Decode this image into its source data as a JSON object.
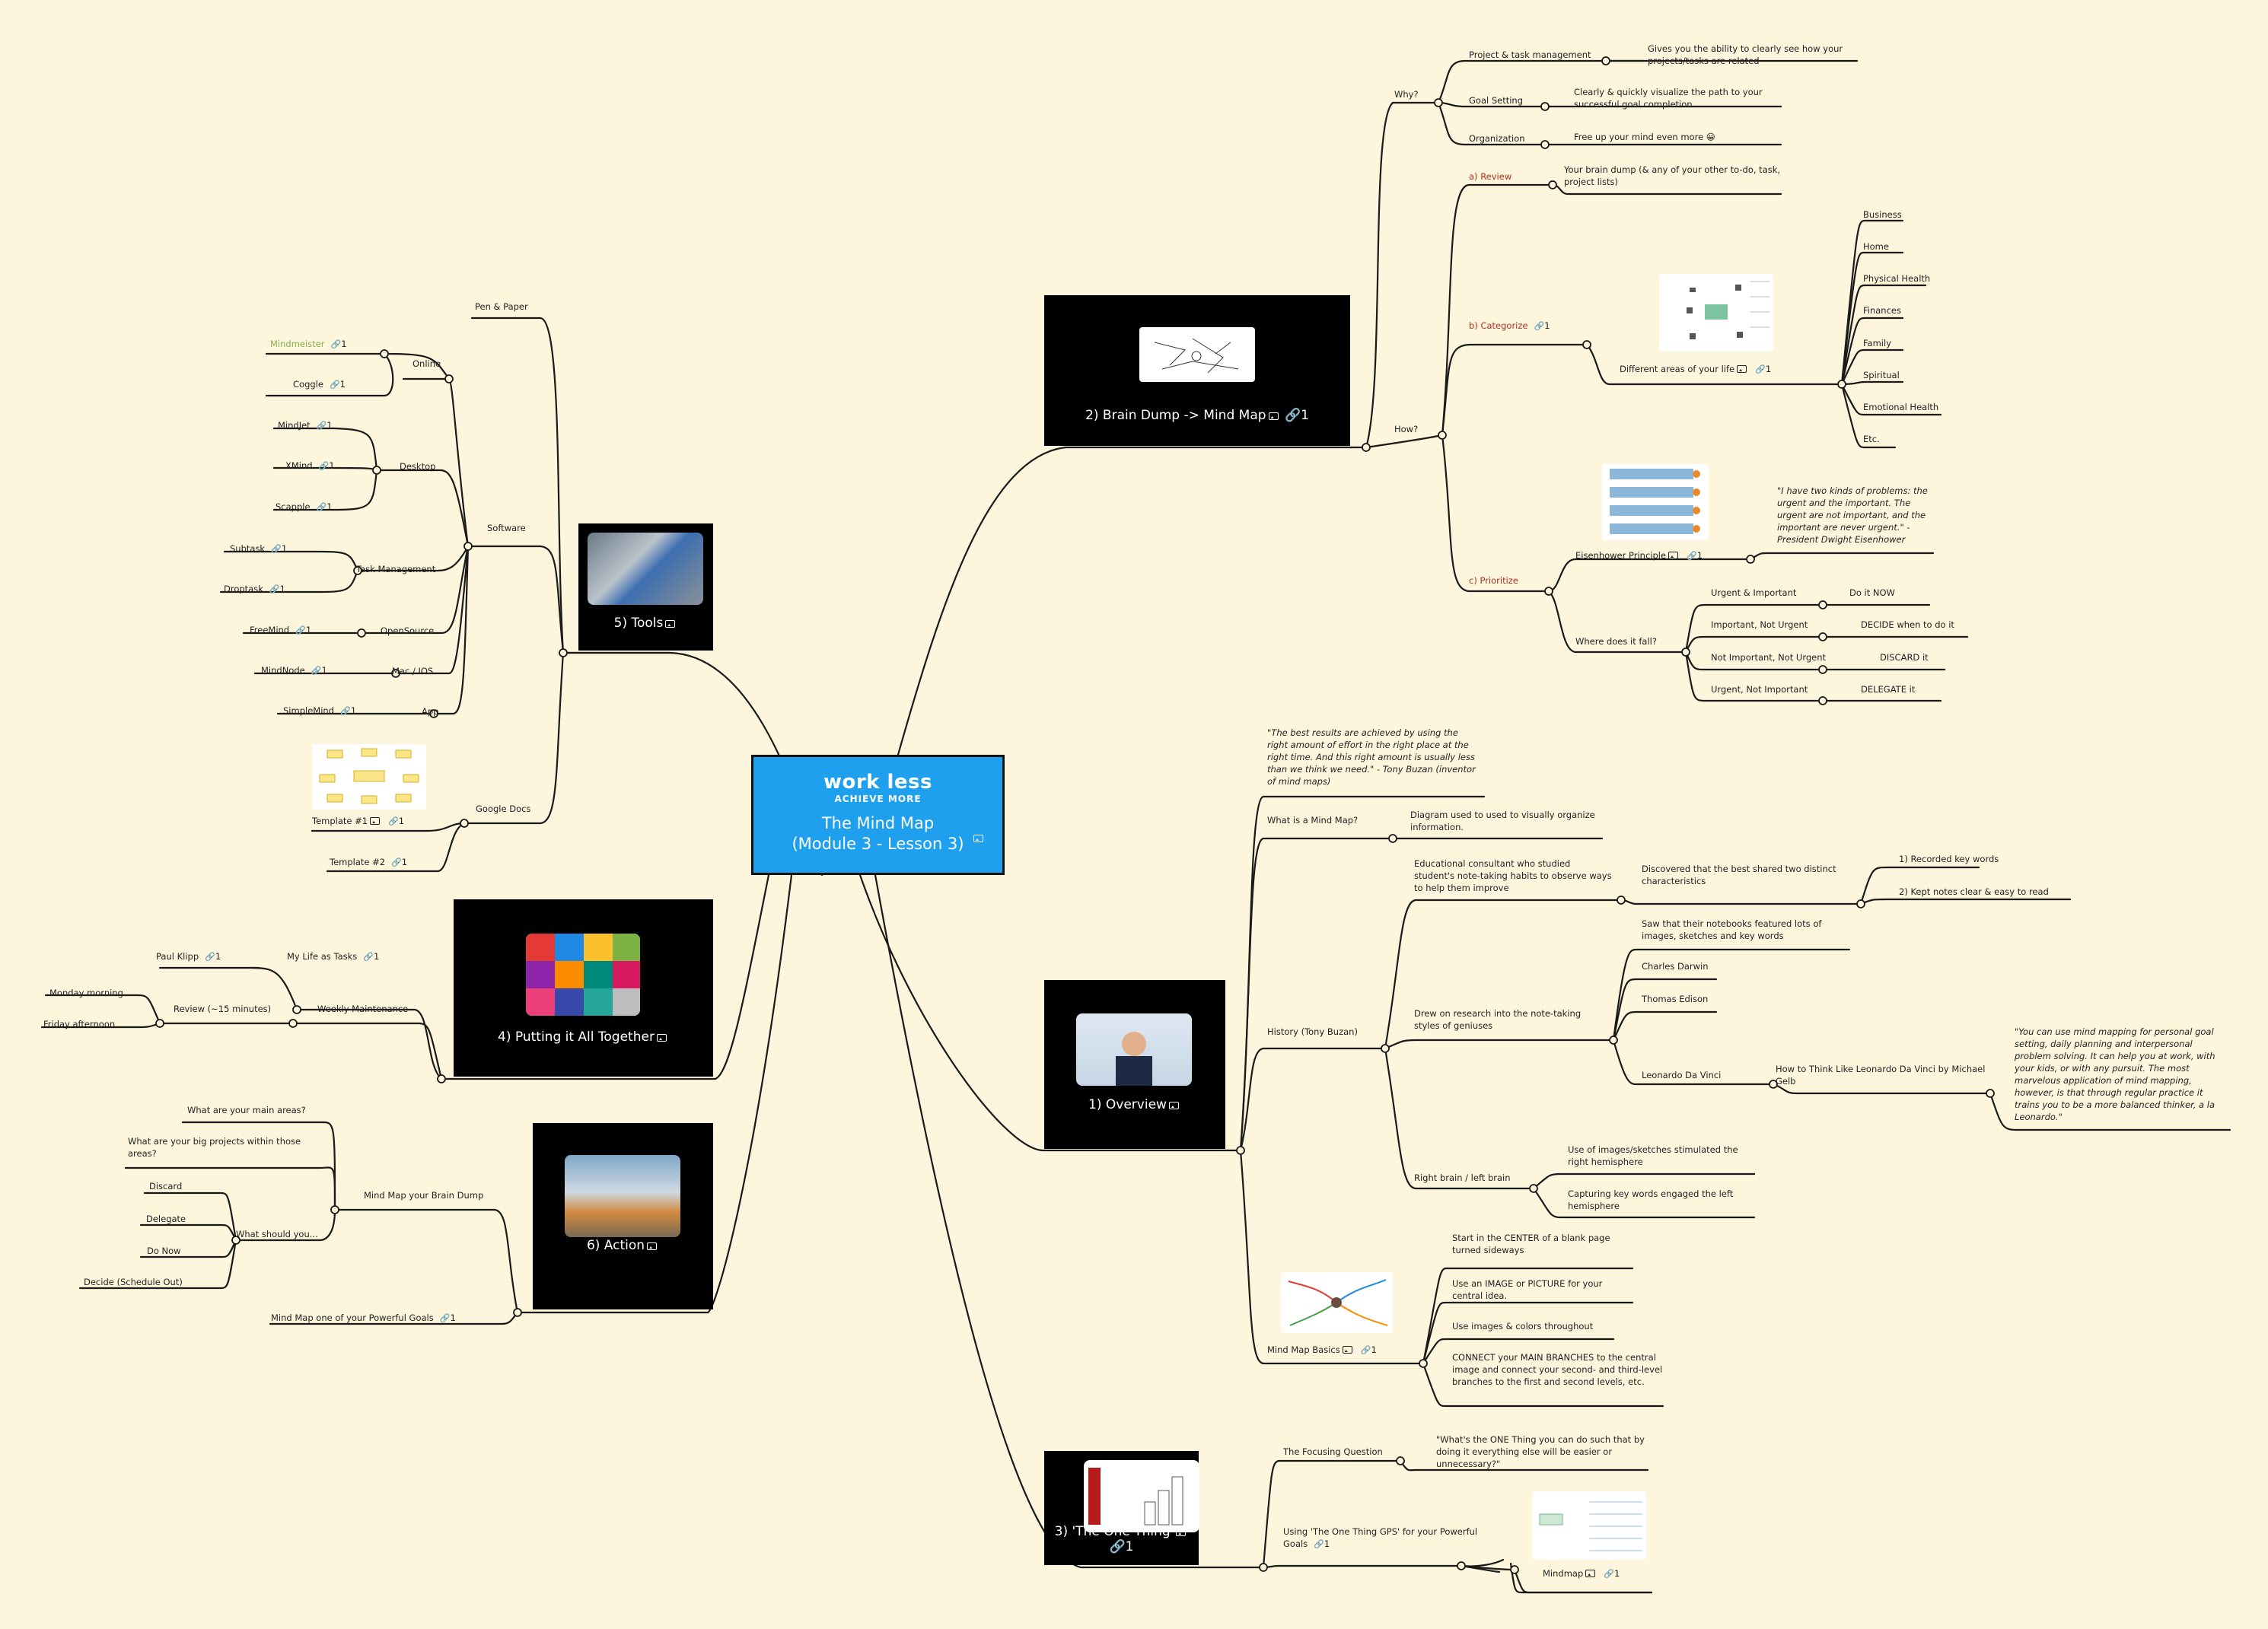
{
  "center": {
    "brand_top": "work less",
    "brand_bottom": "ACHIEVE MORE",
    "title_line1": "The Mind Map",
    "title_line2": "(Module 3 - Lesson 3)"
  },
  "branches": {
    "brain_dump": {
      "label": "2) Brain Dump -> Mind Map",
      "links": "1"
    },
    "tools": {
      "label": "5) Tools"
    },
    "putting": {
      "label": "4) Putting it All Together"
    },
    "overview": {
      "label": "1) Overview"
    },
    "action": {
      "label": "6) Action"
    },
    "one_thing": {
      "label": "3) 'The One Thing'",
      "links": "1"
    }
  },
  "brain_dump": {
    "why": "Why?",
    "why_items": [
      {
        "label": "Project & task management",
        "note": "Gives you the ability to clearly see how your projects/tasks are related"
      },
      {
        "label": "Goal Setting",
        "note": "Clearly & quickly visualize the path to your successful goal completion"
      },
      {
        "label": "Organization",
        "note": "Free up your mind even more 😀"
      }
    ],
    "how": "How?",
    "review": "a) Review",
    "review_note": "Your brain dump (& any of your other to-do, task, project lists)",
    "categorize": "b) Categorize",
    "categorize_links": "1",
    "areas": "Different areas of your life",
    "areas_links": "1",
    "area_items": [
      "Business",
      "Home",
      "Physical Health",
      "Finances",
      "Family",
      "Spiritual",
      "Emotional Health",
      "Etc."
    ],
    "prioritize": "c) Prioritize",
    "eisenhower": "Eisenhower Principle",
    "eisenhower_links": "1",
    "eisenhower_quote": "\"I have two kinds of problems: the urgent and the important. The urgent are not important, and the important are never urgent.\" - President Dwight Eisenhower",
    "where": "Where does it fall?",
    "quadrants": [
      {
        "label": "Urgent & Important",
        "action": "Do it NOW"
      },
      {
        "label": "Important, Not Urgent",
        "action": "DECIDE when to do it"
      },
      {
        "label": "Not Important, Not Urgent",
        "action": "DISCARD it"
      },
      {
        "label": "Urgent, Not Important",
        "action": "DELEGATE it"
      }
    ]
  },
  "tools": {
    "pen": "Pen & Paper",
    "software": "Software",
    "online": "Online",
    "mindmeister": "Mindmeister",
    "coggle": "Coggle",
    "desktop": "Desktop",
    "mindjet": "MindJet",
    "xmind": "XMind",
    "scapple": "Scapple",
    "task_mgmt": "Task Management",
    "subtask": "Subtask",
    "droptask": "Droptask",
    "opensource": "OpenSource",
    "freemind": "FreeMind",
    "mac": "Mac / IOS",
    "mindnode": "MindNode",
    "app": "App",
    "simplemind": "SimpleMind",
    "gdocs": "Google Docs",
    "template1": "Template #1",
    "template2": "Template #2",
    "one": "1"
  },
  "putting": {
    "life_tasks": "My Life as Tasks",
    "paul": "Paul Klipp",
    "weekly": "Weekly Maintenance",
    "review": "Review (~15 minutes)",
    "monday": "Monday morning",
    "friday": "Friday afternoon",
    "one": "1"
  },
  "action": {
    "mindmap": "Mind Map your Brain Dump",
    "main_areas": "What are your main areas?",
    "big_projects": "What are your big projects within those areas?",
    "should": "What should you...",
    "should_items": [
      "Discard",
      "Delegate",
      "Do Now",
      "Decide (Schedule Out)"
    ],
    "powerful": "Mind Map one of your Powerful Goals",
    "one": "1"
  },
  "overview": {
    "quote": "\"The best results are achieved by using the right amount of effort in the right place at the right time. And this right amount is usually less than we think we need.\" - Tony Buzan (inventor of mind maps)",
    "what": "What is a Mind Map?",
    "what_note": "Diagram used to used to visually organize information.",
    "history": "History (Tony Buzan)",
    "consultant": "Educational consultant who studied student's note-taking habits to observe ways to help them improve",
    "discovered": "Discovered that the best shared two distinct characteristics",
    "recorded": "1) Recorded key words",
    "kept": "2) Kept notes clear & easy to read",
    "drew": "Drew on research into the note-taking styles of geniuses",
    "notebooks": "Saw that their notebooks featured lots of images, sketches and key words",
    "darwin": "Charles Darwin",
    "edison": "Thomas Edison",
    "davinci": "Leonardo Da Vinci",
    "gelb": "How to Think Like Leonardo Da Vinci by Michael Gelb",
    "gelb_quote": "\"You can use mind mapping for personal goal setting, daily planning and interpersonal problem solving. It can help you at work, with your kids, or with any pursuit. The most marvelous application of mind mapping, however, is that through regular practice it trains you to be a more balanced thinker, a la Leonardo.\"",
    "right_left": "Right brain / left brain",
    "images_right": "Use of images/sketches stimulated the right hemisphere",
    "keywords_left": "Capturing key words engaged the left hemisphere",
    "basics": "Mind Map Basics",
    "basics_links": "1",
    "basics_items": [
      "Start in the CENTER of a blank page turned sideways",
      "Use an IMAGE or PICTURE for your central idea.",
      "Use images & colors throughout",
      "CONNECT your MAIN BRANCHES to the central image and connect your second- and third-level branches to the first and second levels, etc."
    ]
  },
  "one_thing": {
    "focusing": "The Focusing Question",
    "focusing_note": "\"What's the ONE Thing you can do such that by doing it everything else will be easier or unnecessary?\"",
    "gps": "Using 'The One Thing GPS' for your Powerful Goals",
    "gps_links": "1",
    "mindmap": "Mindmap",
    "mindmap_links": "1"
  },
  "colors": {
    "background": "#fdf6dc",
    "center_fill": "#1ea0ee",
    "branch_box": "#000000",
    "line": "#1a1a1a",
    "accent_red": "#b03020",
    "accent_green": "#8ab04a"
  },
  "icons": [
    "link-icon",
    "image-icon"
  ]
}
